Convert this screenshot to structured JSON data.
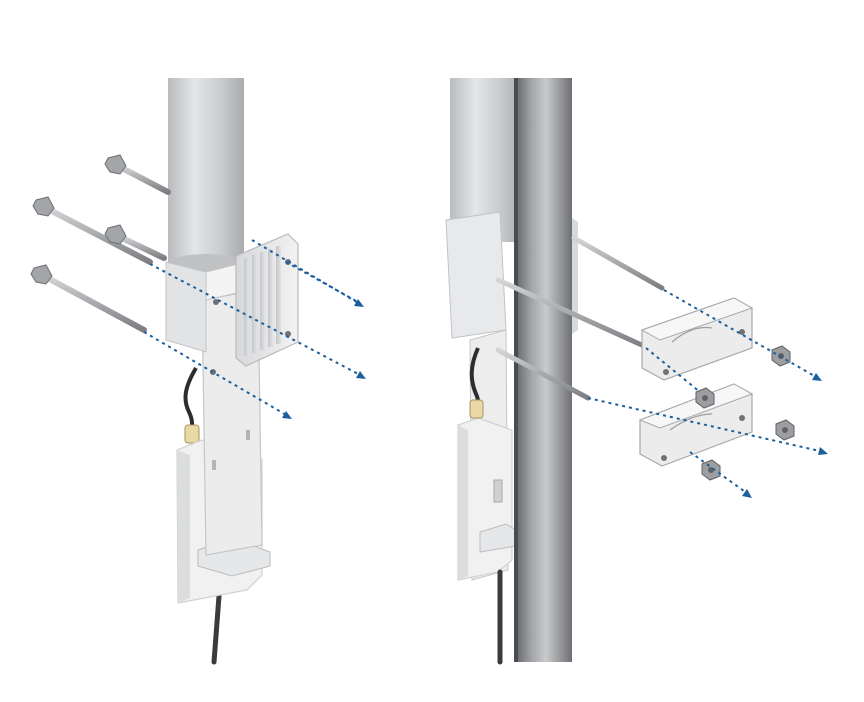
{
  "figure": {
    "panels": [
      {
        "id": "left",
        "items": [
          "antenna-mast",
          "mounting-bracket",
          "mounting-bolt",
          "mounting-bolt",
          "mounting-bolt",
          "mounting-bolt",
          "radio-unit",
          "coax-jumper",
          "ethernet-cable"
        ]
      },
      {
        "id": "right",
        "items": [
          "antenna-mast",
          "support-pole",
          "pole-clamp",
          "pole-clamp",
          "mounting-bolt",
          "mounting-bolt",
          "mounting-bolt",
          "flange-nut",
          "flange-nut",
          "flange-nut",
          "radio-unit",
          "coax-jumper",
          "ethernet-cable"
        ]
      }
    ],
    "colors": {
      "arrow": "#1d5f9e",
      "metal_light": "#e6e7e8",
      "metal_dark": "#8a8c8f",
      "plastic": "#f4f4f4",
      "cable": "#3a3a3a"
    }
  }
}
